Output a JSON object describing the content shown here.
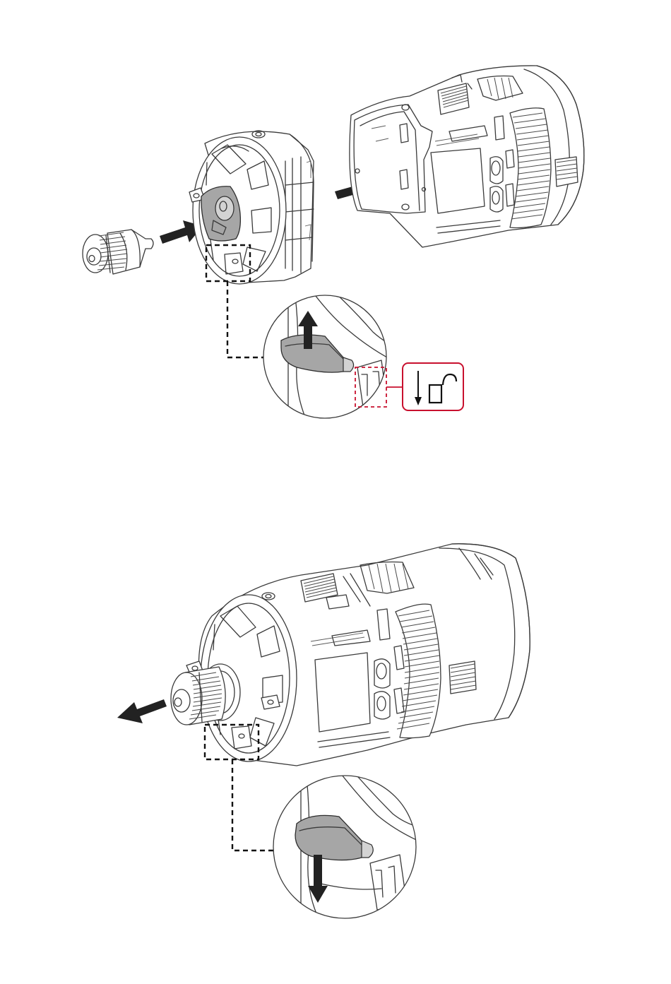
{
  "figure": {
    "panels": [
      {
        "id": "top",
        "step": "insert-chuck-and-attach-gearbox-to-motor",
        "parts": [
          "chuck-adapter",
          "gearbox-head",
          "motor-housing"
        ],
        "arrow_directions": [
          "right",
          "right"
        ],
        "detail_lever_direction": "up"
      },
      {
        "id": "bottom",
        "step": "remove-chuck-with-lever-released",
        "parts": [
          "assembled-tool",
          "chuck-adapter"
        ],
        "arrow_directions": [
          "left"
        ],
        "detail_lever_direction": "down"
      }
    ],
    "lock_symbol": {
      "icon": "unlock-padlock-icon",
      "frame_color": "#c8102e"
    },
    "colors": {
      "line": "#3a3a3a",
      "part_highlight": "#a6a6a6",
      "callout_accent": "#c8102e",
      "arrow": "#222222"
    }
  }
}
